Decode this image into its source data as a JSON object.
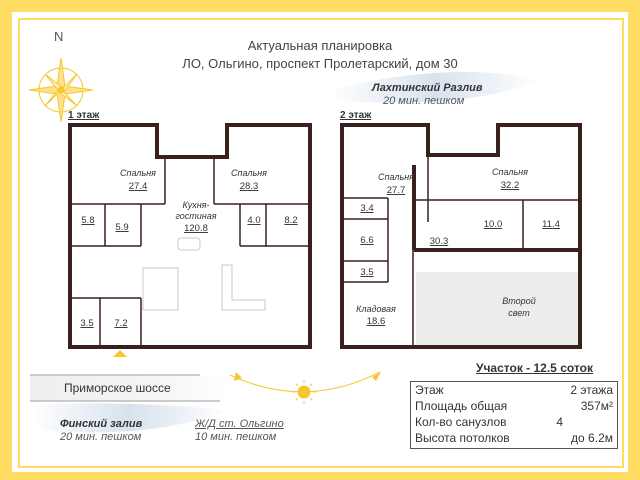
{
  "header": {
    "title": "Актуальная планировка",
    "address": "ЛО, Ольгино, проспект Пролетарский, дом 30"
  },
  "compass": {
    "north_label": "N"
  },
  "landmarks": {
    "lakhta": {
      "name": "Лахтинский Разлив",
      "distance": "20 мин. пешком"
    },
    "road": {
      "name": "Приморское шоссе"
    },
    "gulf": {
      "name": "Финский залив",
      "distance": "20 мин. пешком"
    },
    "station": {
      "name": "Ж/Д ст. Ольгино",
      "distance": "10 мин. пешком"
    }
  },
  "floor1": {
    "label": "1 этаж",
    "rooms": [
      {
        "name": "Спальня",
        "area": "27.4"
      },
      {
        "name": "Спальня",
        "area": "28.3"
      },
      {
        "name": "Кухня-",
        "name2": "гостиная",
        "area": "120.8"
      },
      {
        "area": "5.8"
      },
      {
        "area": "5.9"
      },
      {
        "area": "4.0"
      },
      {
        "area": "8.2"
      },
      {
        "area": "3.5"
      },
      {
        "area": "7.2"
      }
    ]
  },
  "floor2": {
    "label": "2 этаж",
    "rooms": [
      {
        "name": "Спальня",
        "area": "27.7"
      },
      {
        "name": "Спальня",
        "area": "32.2"
      },
      {
        "area": "3.4"
      },
      {
        "area": "6.6"
      },
      {
        "area": "3.5"
      },
      {
        "name": "Кладовая",
        "area": "18.6"
      },
      {
        "area": "10.0"
      },
      {
        "area": "11.4"
      },
      {
        "area": "30.3"
      },
      {
        "name": "Второй",
        "name2": "свет"
      }
    ]
  },
  "plot": {
    "label": "Участок - 12.5 соток"
  },
  "specs": [
    {
      "label": "Этаж",
      "value": "2 этажа"
    },
    {
      "label": "Площадь общая",
      "value": "357м²"
    },
    {
      "label": "Кол-во санузлов",
      "value": "4"
    },
    {
      "label": "Высота потолков",
      "value": "до 6.2м"
    }
  ],
  "colors": {
    "accent": "#FFDC62",
    "wall": "#3a1f1f",
    "sun": "#F7C62F"
  }
}
